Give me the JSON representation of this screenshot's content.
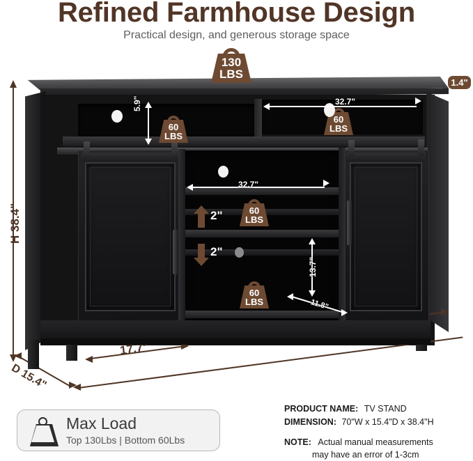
{
  "header": {
    "title": "Refined Farmhouse Design",
    "subtitle": "Practical design, and generous storage space"
  },
  "colors": {
    "brand_brown": "#4f3526",
    "badge_brown": "#6e4a33",
    "title_brown": "#513526",
    "subtitle_gray": "#5d5d5d",
    "dimension_white": "#ffffff",
    "furniture_black": "#141415",
    "card_bg": "#f2f2f2"
  },
  "weights": [
    {
      "name": "top-surface-load",
      "value": "130",
      "unit": "LBS"
    },
    {
      "name": "upper-left-cubby-load",
      "value": "60",
      "unit": "LBS"
    },
    {
      "name": "upper-right-cubby-load",
      "value": "60",
      "unit": "LBS"
    },
    {
      "name": "center-upper-shelf-load",
      "value": "60",
      "unit": "LBS"
    },
    {
      "name": "center-lower-shelf-load",
      "value": "60",
      "unit": "LBS"
    }
  ],
  "inner_dimensions": {
    "top_thickness": "1.4\"",
    "left_cubby_height": "5.9\"",
    "right_cubby_width": "32.7\"",
    "center_shelf_width": "32.7\"",
    "shelf_adjust_up": "2\"",
    "shelf_adjust_down": "2\"",
    "center_bottom_height": "13.7\"",
    "center_depth": "11.8\""
  },
  "outer_dimensions": {
    "height": "H 38.4\"",
    "width": "W 70\"",
    "depth": "D 15.4\"",
    "cabinet_left_width": "17.7\"",
    "cabinet_right_width": "17.7\""
  },
  "max_load_card": {
    "icon": "weight-icon",
    "title": "Max Load",
    "subtitle": "Top 130Lbs | Bottom 60Lbs"
  },
  "specs": {
    "product_name_label": "PRODUCT NAME:",
    "product_name_value": "TV STAND",
    "dimension_label": "DIMENSION:",
    "dimension_value": "70\"W  x  15.4\"D  x  38.4\"H",
    "note_label": "NOTE:",
    "note_line1": "Actual manual measurements",
    "note_line2": "may have an error of 1-3cm"
  }
}
